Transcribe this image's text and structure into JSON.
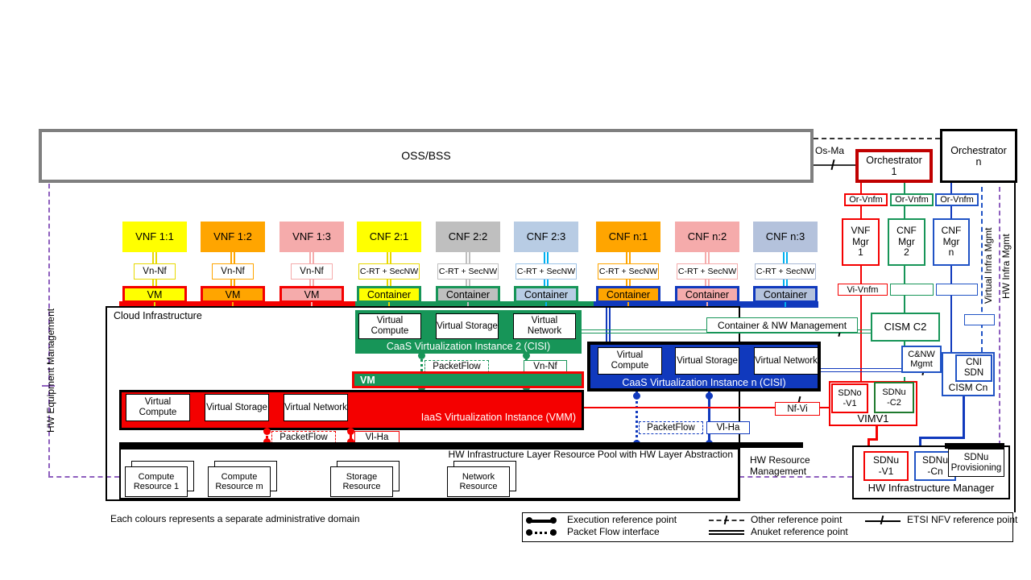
{
  "note": "Each colours represents a separate administrative domain",
  "colors": {
    "red": "#F40000",
    "green": "#179558",
    "blue": "#1039BD",
    "purple": "#8E5FBE",
    "yellow": "#FFFF00",
    "orange": "#FFA500",
    "pink": "#F5ABAB",
    "gray": "#BFBFBF",
    "lightblue": "#B8CCE4",
    "cyan": "#00B0F0",
    "oss_border": "#7F7F7F",
    "orch1_border": "#C00000"
  },
  "top": {
    "oss": "OSS/BSS",
    "os_ma": "Os-Ma",
    "orch1": [
      "Orchestrator",
      "1"
    ],
    "orch_n": [
      "Orchestrator",
      "n"
    ],
    "or_vnfm": [
      "Or-Vnfm",
      "Or-Vnfm",
      "Or-Vnfm"
    ]
  },
  "columns": [
    {
      "nf": "VNF 1:1",
      "mid": "Vn-Nf",
      "unit": "VM"
    },
    {
      "nf": "VNF 1:2",
      "mid": "Vn-Nf",
      "unit": "VM"
    },
    {
      "nf": "VNF 1:3",
      "mid": "Vn-Nf",
      "unit": "VM"
    },
    {
      "nf": "CNF 2:1",
      "mid": "C-RT + SecNW",
      "unit": "Container"
    },
    {
      "nf": "CNF 2:2",
      "mid": "C-RT + SecNW",
      "unit": "Container"
    },
    {
      "nf": "CNF 2:3",
      "mid": "C-RT + SecNW",
      "unit": "Container"
    },
    {
      "nf": "CNF n:1",
      "mid": "C-RT + SecNW",
      "unit": "Container"
    },
    {
      "nf": "CNF n:2",
      "mid": "C-RT + SecNW",
      "unit": "Container"
    },
    {
      "nf": "CNF n:3",
      "mid": "C-RT + SecNW",
      "unit": "Container"
    }
  ],
  "cloud": {
    "label": "Cloud Infrastructure",
    "caas2": {
      "title": "CaaS Virtualization Instance 2 (CISI)",
      "compute": "Virtual Compute",
      "storage": "Virtual Storage",
      "network": "Virtual Network"
    },
    "caas_n": {
      "title": "CaaS Virtualization Instance n (CISI)",
      "compute": "Virtual Compute",
      "storage": "Virtual Storage",
      "network": "Virtual Network"
    },
    "iaas": {
      "title": "IaaS Virtualization Instance (VMM)",
      "compute": "Virtual Compute",
      "storage": "Virtual Storage",
      "network": "Virtual Network"
    },
    "vm_bar": "VM",
    "labels": {
      "packetflow": "PacketFlow",
      "vn_nf": "Vn-Nf",
      "vl_ha": "Vl-Ha"
    },
    "hw_layer": {
      "title": "HW Infrastructure Layer Resource Pool with HW Layer Abstraction",
      "resources": [
        "Compute Resource 1",
        "Compute Resource m",
        "Storage Resource",
        "Network Resource"
      ]
    }
  },
  "right": {
    "vnf_mgr1": [
      "VNF",
      "Mgr",
      "1"
    ],
    "cnf_mgr2": [
      "CNF",
      "Mgr",
      "2"
    ],
    "cnf_mgrn": [
      "CNF",
      "Mgr",
      "n"
    ],
    "vi_vnfm": "Vi-Vnfm",
    "nf_vi": "Nf-Vi",
    "cism_c2": "CISM C2",
    "cnw_mgmt": [
      "C&NW",
      "Mgmt"
    ],
    "cni_sdn": [
      "CNI",
      "SDN"
    ],
    "cism_cn": "CISM Cn",
    "container_nw": "Container & NW Management",
    "vimv1": "VIMV1",
    "sdno_v1": [
      "SDNo",
      "-V1"
    ],
    "sdnu_c2": [
      "SDNu",
      "-C2"
    ],
    "hw_mgr": "HW Infrastructure Manager",
    "sdnu_v1": [
      "SDNu",
      "-V1"
    ],
    "sdnu_cn": [
      "SDNu",
      "-Cn"
    ],
    "sdnu_prov": [
      "SDNu",
      "Provisioning"
    ],
    "hw_resource_mgmt": [
      "HW Resource",
      "Management"
    ]
  },
  "side": {
    "hw_equipment": "HW Equipment Management",
    "virtual_infra": "Virtual Infra Mgmt",
    "hw_infra": "HW Infra Mgmt"
  },
  "legend": {
    "execution": "Execution reference point",
    "packet": "Packet Flow interface",
    "other": "Other reference point",
    "anuket": "Anuket reference point",
    "etsi": "ETSI NFV reference point"
  }
}
